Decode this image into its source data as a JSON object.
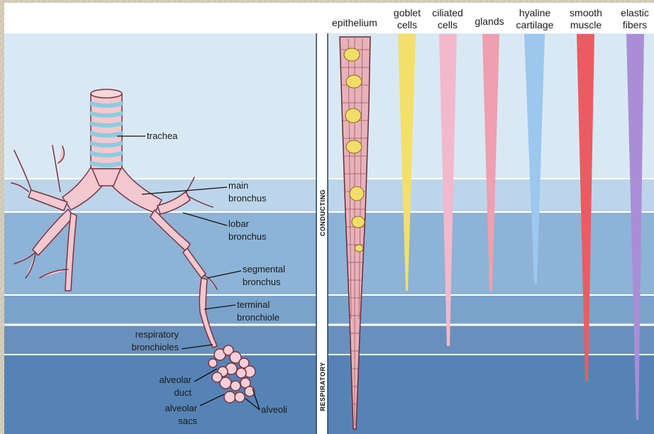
{
  "headers": {
    "epithelium": "epithelium",
    "goblet_1": "goblet",
    "goblet_2": "cells",
    "ciliated_1": "ciliated",
    "ciliated_2": "cells",
    "glands": "glands",
    "hyaline_1": "hyaline",
    "hyaline_2": "cartilage",
    "smooth_1": "smooth",
    "smooth_2": "muscle",
    "elastic_1": "elastic",
    "elastic_2": "fibers"
  },
  "zones": {
    "conducting": "CONDUCTING",
    "respiratory": "RESPIRATORY"
  },
  "labels": {
    "trachea": "trachea",
    "main_1": "main",
    "main_2": "bronchus",
    "lobar_1": "lobar",
    "lobar_2": "bronchus",
    "segmental_1": "segmental",
    "segmental_2": "bronchus",
    "terminal_1": "terminal",
    "terminal_2": "bronchiole",
    "resp_1": "respiratory",
    "resp_2": "bronchioles",
    "duct_1": "alveolar",
    "duct_2": "duct",
    "sacs_1": "alveolar",
    "sacs_2": "sacs",
    "alveoli": "alveoli"
  },
  "colors": {
    "goblet": "#f2e06a",
    "ciliated": "#f2b8cc",
    "glands": "#ee9fb0",
    "cartilage": "#9cc7ee",
    "smooth_muscle": "#ea5c62",
    "elastic": "#a98ed6",
    "airway": "#f3c8cf",
    "airway_outline": "#7a3342",
    "ring": "#9fd2e2"
  }
}
